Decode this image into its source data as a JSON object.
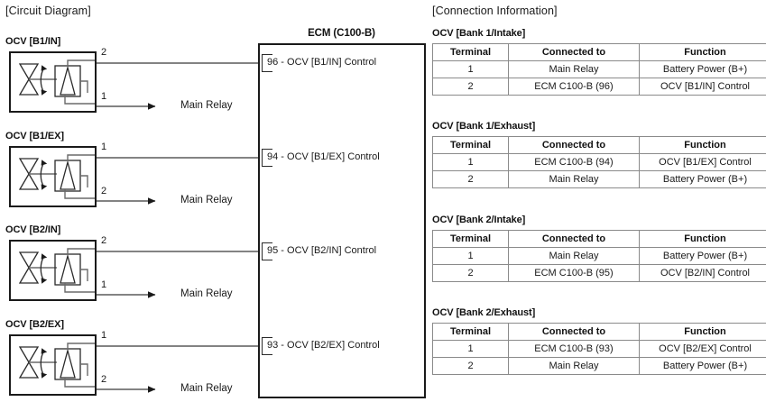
{
  "headings": {
    "circuit": "[Circuit Diagram]",
    "connection": "[Connection Information]"
  },
  "ecm": {
    "title": "ECM (C100-B)",
    "pins": [
      {
        "label": "96 - OCV [B1/IN] Control"
      },
      {
        "label": "94 - OCV [B1/EX] Control"
      },
      {
        "label": "95 - OCV [B2/IN] Control"
      },
      {
        "label": "93 - OCV [B2/EX] Control"
      }
    ]
  },
  "circuit": {
    "relay_label": "Main Relay",
    "valves": [
      {
        "label": "OCV [B1/IN]",
        "top_terminal": "2",
        "bottom_terminal": "1",
        "top_goes_to": "ecm",
        "bottom_goes_to": "relay"
      },
      {
        "label": "OCV [B1/EX]",
        "top_terminal": "1",
        "bottom_terminal": "2",
        "top_goes_to": "ecm",
        "bottom_goes_to": "relay"
      },
      {
        "label": "OCV [B2/IN]",
        "top_terminal": "2",
        "bottom_terminal": "1",
        "top_goes_to": "ecm",
        "bottom_goes_to": "relay"
      },
      {
        "label": "OCV [B2/EX]",
        "top_terminal": "1",
        "bottom_terminal": "2",
        "top_goes_to": "ecm",
        "bottom_goes_to": "relay"
      }
    ]
  },
  "connection_tables": [
    {
      "title": "OCV [Bank 1/Intake]",
      "columns": [
        "Terminal",
        "Connected to",
        "Function"
      ],
      "rows": [
        [
          "1",
          "Main Relay",
          "Battery Power (B+)"
        ],
        [
          "2",
          "ECM C100-B (96)",
          "OCV [B1/IN] Control"
        ]
      ]
    },
    {
      "title": "OCV [Bank 1/Exhaust]",
      "columns": [
        "Terminal",
        "Connected to",
        "Function"
      ],
      "rows": [
        [
          "1",
          "ECM C100-B (94)",
          "OCV [B1/EX] Control"
        ],
        [
          "2",
          "Main Relay",
          "Battery Power (B+)"
        ]
      ]
    },
    {
      "title": "OCV [Bank 2/Intake]",
      "columns": [
        "Terminal",
        "Connected to",
        "Function"
      ],
      "rows": [
        [
          "1",
          "Main Relay",
          "Battery Power (B+)"
        ],
        [
          "2",
          "ECM C100-B (95)",
          "OCV [B2/IN] Control"
        ]
      ]
    },
    {
      "title": "OCV [Bank 2/Exhaust]",
      "columns": [
        "Terminal",
        "Connected to",
        "Function"
      ],
      "rows": [
        [
          "1",
          "ECM C100-B (93)",
          "OCV [B2/EX] Control"
        ],
        [
          "2",
          "Main Relay",
          "Battery Power (B+)"
        ]
      ]
    }
  ],
  "colors": {
    "line": "#1a1a1a",
    "wire": "#5a5a5a",
    "table_border": "#8a8a8a",
    "background": "#ffffff"
  }
}
